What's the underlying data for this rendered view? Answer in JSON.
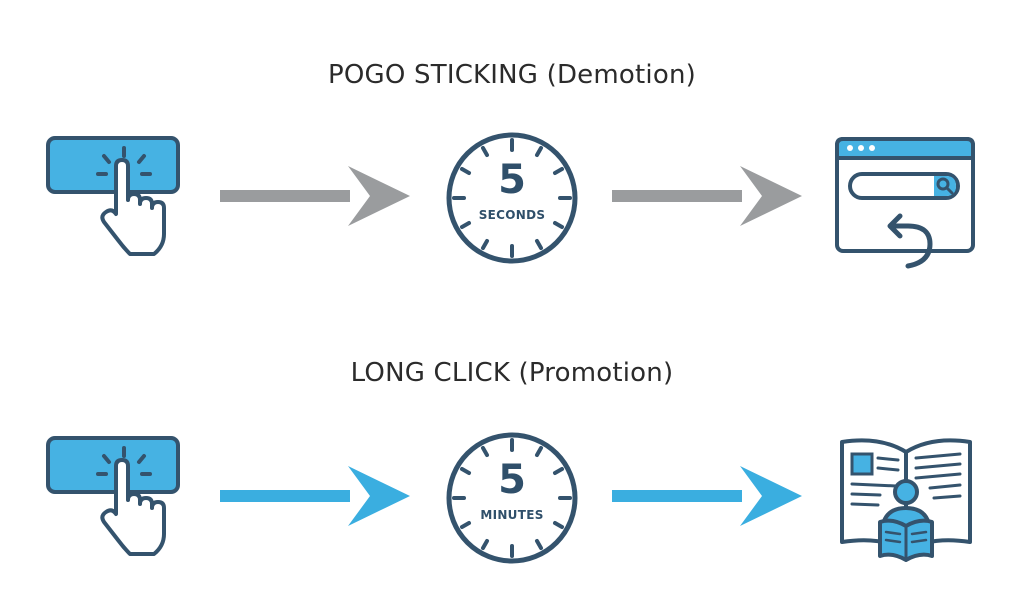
{
  "rows": [
    {
      "title": "POGO STICKING (Demotion)",
      "clock_number": "5",
      "clock_unit": "SECONDS",
      "arrow_color": "#9a9c9e",
      "end_icon": "browser-search-back-icon"
    },
    {
      "title": "LONG CLICK (Promotion)",
      "clock_number": "5",
      "clock_unit": "MINUTES",
      "arrow_color": "#3aaee0",
      "end_icon": "reader-open-book-icon"
    }
  ],
  "colors": {
    "accent_blue": "#46b2e3",
    "outline_navy": "#34536d"
  }
}
